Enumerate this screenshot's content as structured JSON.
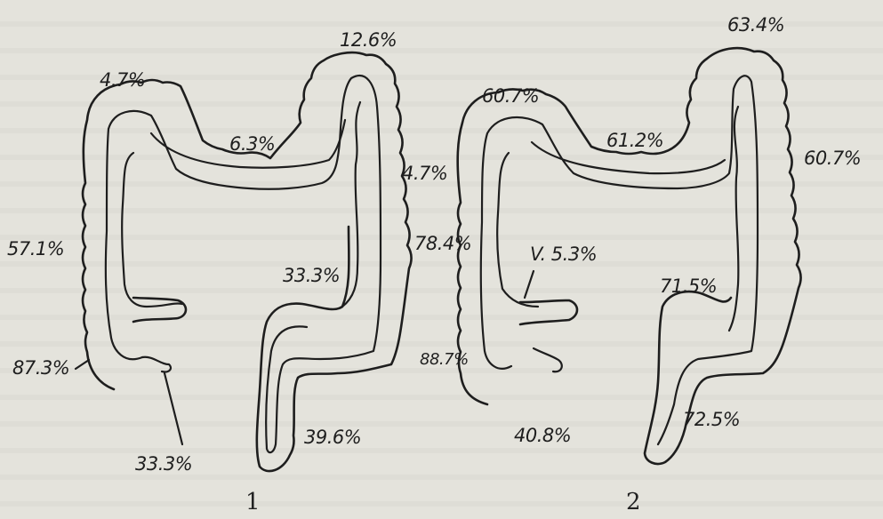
{
  "figure1": {
    "number": "1",
    "labels": {
      "hepatic_flexure_top": "4.7%",
      "transverse_mid": "6.3%",
      "splenic_flexure": "12.6%",
      "descending_upper": "4.7%",
      "ascending": "57.1%",
      "descending_lower": "33.3%",
      "cecum": "87.3%",
      "appendix": "33.3%",
      "sigmoid_rectum": "39.6%"
    }
  },
  "figure2": {
    "number": "2",
    "labels": {
      "hepatic_flexure_top": "60.7%",
      "transverse_mid": "61.2%",
      "splenic_flexure": "63.4%",
      "descending_upper": "60.7%",
      "ascending": "78.4%",
      "appendix": "V. 5.3%",
      "descending_lower": "71.5%",
      "cecum": "88.7%",
      "below_cecum": "40.8%",
      "sigmoid_rectum": "72.5%"
    }
  }
}
